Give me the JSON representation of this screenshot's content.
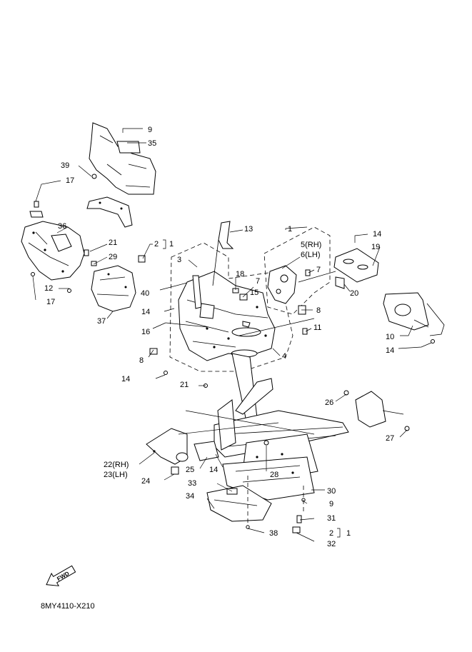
{
  "diagram_code": "8MY4110-X210",
  "fwd_badge": "FWD",
  "callouts": [
    "9",
    "35",
    "39",
    "17",
    "36",
    "21",
    "2",
    "1",
    "13",
    "1",
    "14",
    "19",
    "5(RH)",
    "6(LH)",
    "3",
    "29",
    "18",
    "7",
    "7",
    "15",
    "12",
    "40",
    "17",
    "37",
    "14",
    "8",
    "16",
    "11",
    "8",
    "20",
    "10",
    "14",
    "4",
    "14",
    "21",
    "26",
    "27",
    "22(RH)",
    "23(LH)",
    "25",
    "14",
    "28",
    "24",
    "33",
    "30",
    "34",
    "9",
    "31",
    "38",
    "2",
    "1",
    "32"
  ]
}
